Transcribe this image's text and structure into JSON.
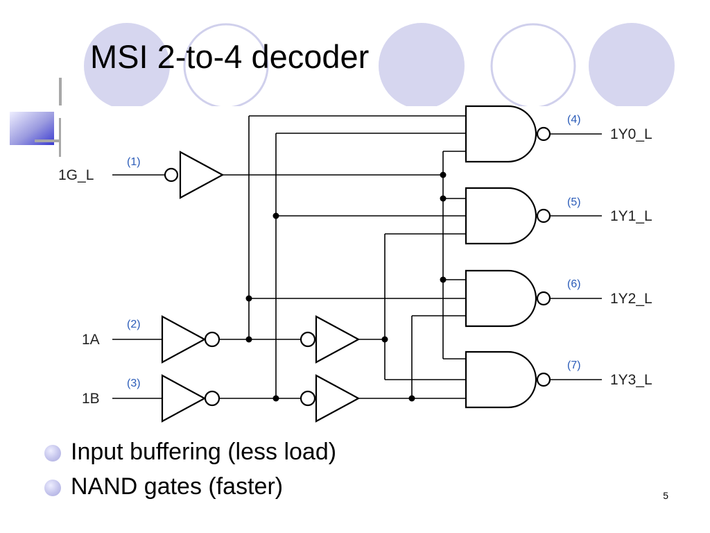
{
  "slide": {
    "title": "MSI 2-to-4 decoder",
    "page_number": "5",
    "bullets": [
      "Input buffering (less load)",
      "NAND gates (faster)"
    ]
  },
  "circuit": {
    "inputs": [
      {
        "label": "1G_L",
        "pin": "(1)"
      },
      {
        "label": "1A",
        "pin": "(2)"
      },
      {
        "label": "1B",
        "pin": "(3)"
      }
    ],
    "outputs": [
      {
        "label": "1Y0_L",
        "pin": "(4)"
      },
      {
        "label": "1Y1_L",
        "pin": "(5)"
      },
      {
        "label": "1Y2_L",
        "pin": "(6)"
      },
      {
        "label": "1Y3_L",
        "pin": "(7)"
      }
    ]
  },
  "colors": {
    "circle_fill": "#d6d6ef",
    "circle_outline": "#d0d0ec",
    "pin_label": "#2a5bb8"
  }
}
